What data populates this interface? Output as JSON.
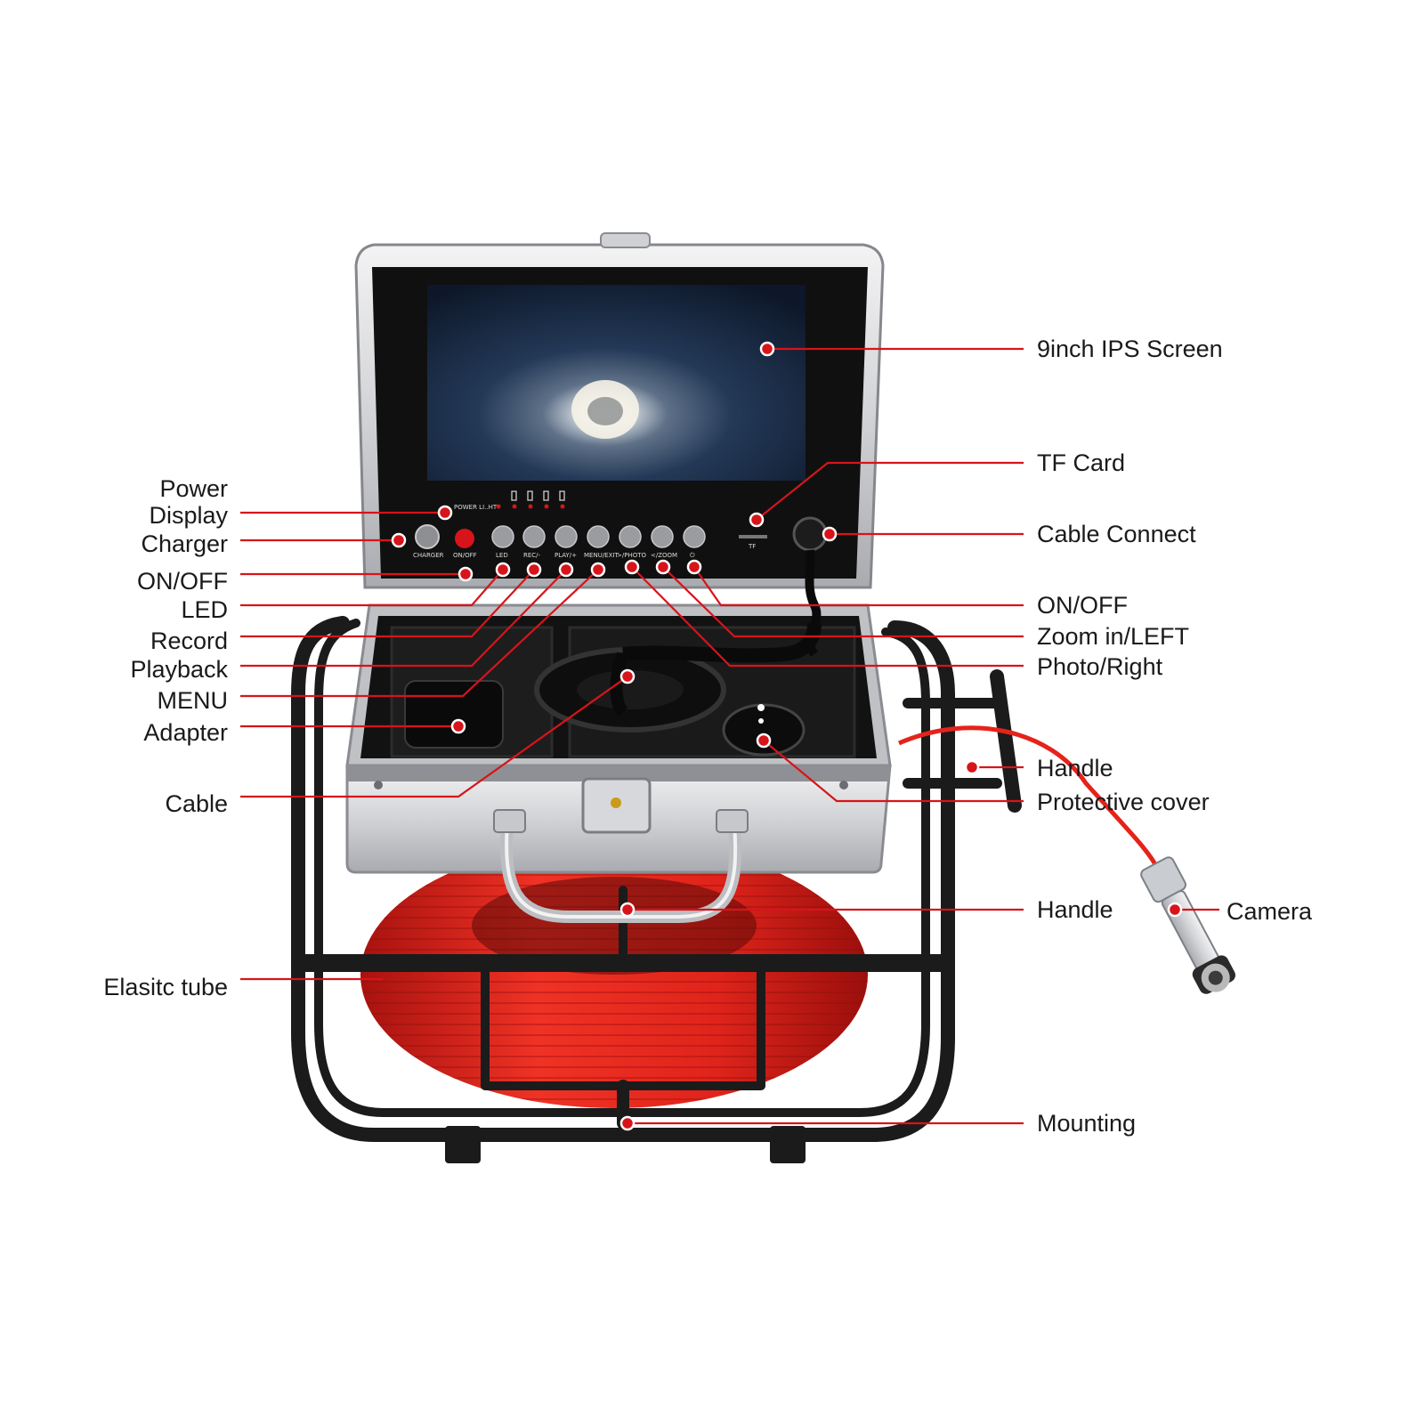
{
  "colors": {
    "accent_red": "#d7141a",
    "cable_red": "#e5231b",
    "frame_black": "#1b1b1b",
    "case_silver": "#d9dadc",
    "screen_blue": "#1a2c4c"
  },
  "labels_left": {
    "power_display": [
      "Power",
      "Display"
    ],
    "charger": "Charger",
    "on_off": "ON/OFF",
    "led": "LED",
    "record": "Record",
    "playback": "Playback",
    "menu": "MENU",
    "adapter": "Adapter",
    "cable": "Cable",
    "elastic_tube": "Elasitc tube"
  },
  "labels_right": {
    "screen": "9inch IPS Screen",
    "tf_card": "TF Card",
    "cable_connect": "Cable Connect",
    "on_off": "ON/OFF",
    "zoom_left": "Zoom in/LEFT",
    "photo_right": "Photo/Right",
    "handle_top": "Handle",
    "protective_cover": "Protective cover",
    "handle_bottom": "Handle",
    "camera": "Camera",
    "mounting": "Mounting"
  },
  "panel_text": {
    "power_light": "POWER LI..HT",
    "charger": "CHARGER",
    "on_off": "ON/OFF",
    "led": "LED",
    "rec": "REC/-",
    "play": "PLAY/+",
    "menu": "MENU/EXIT",
    "photo": ">/PHOTO",
    "zoom": "</ZOOM",
    "power_symbol": "⏻",
    "tf": "TF"
  }
}
